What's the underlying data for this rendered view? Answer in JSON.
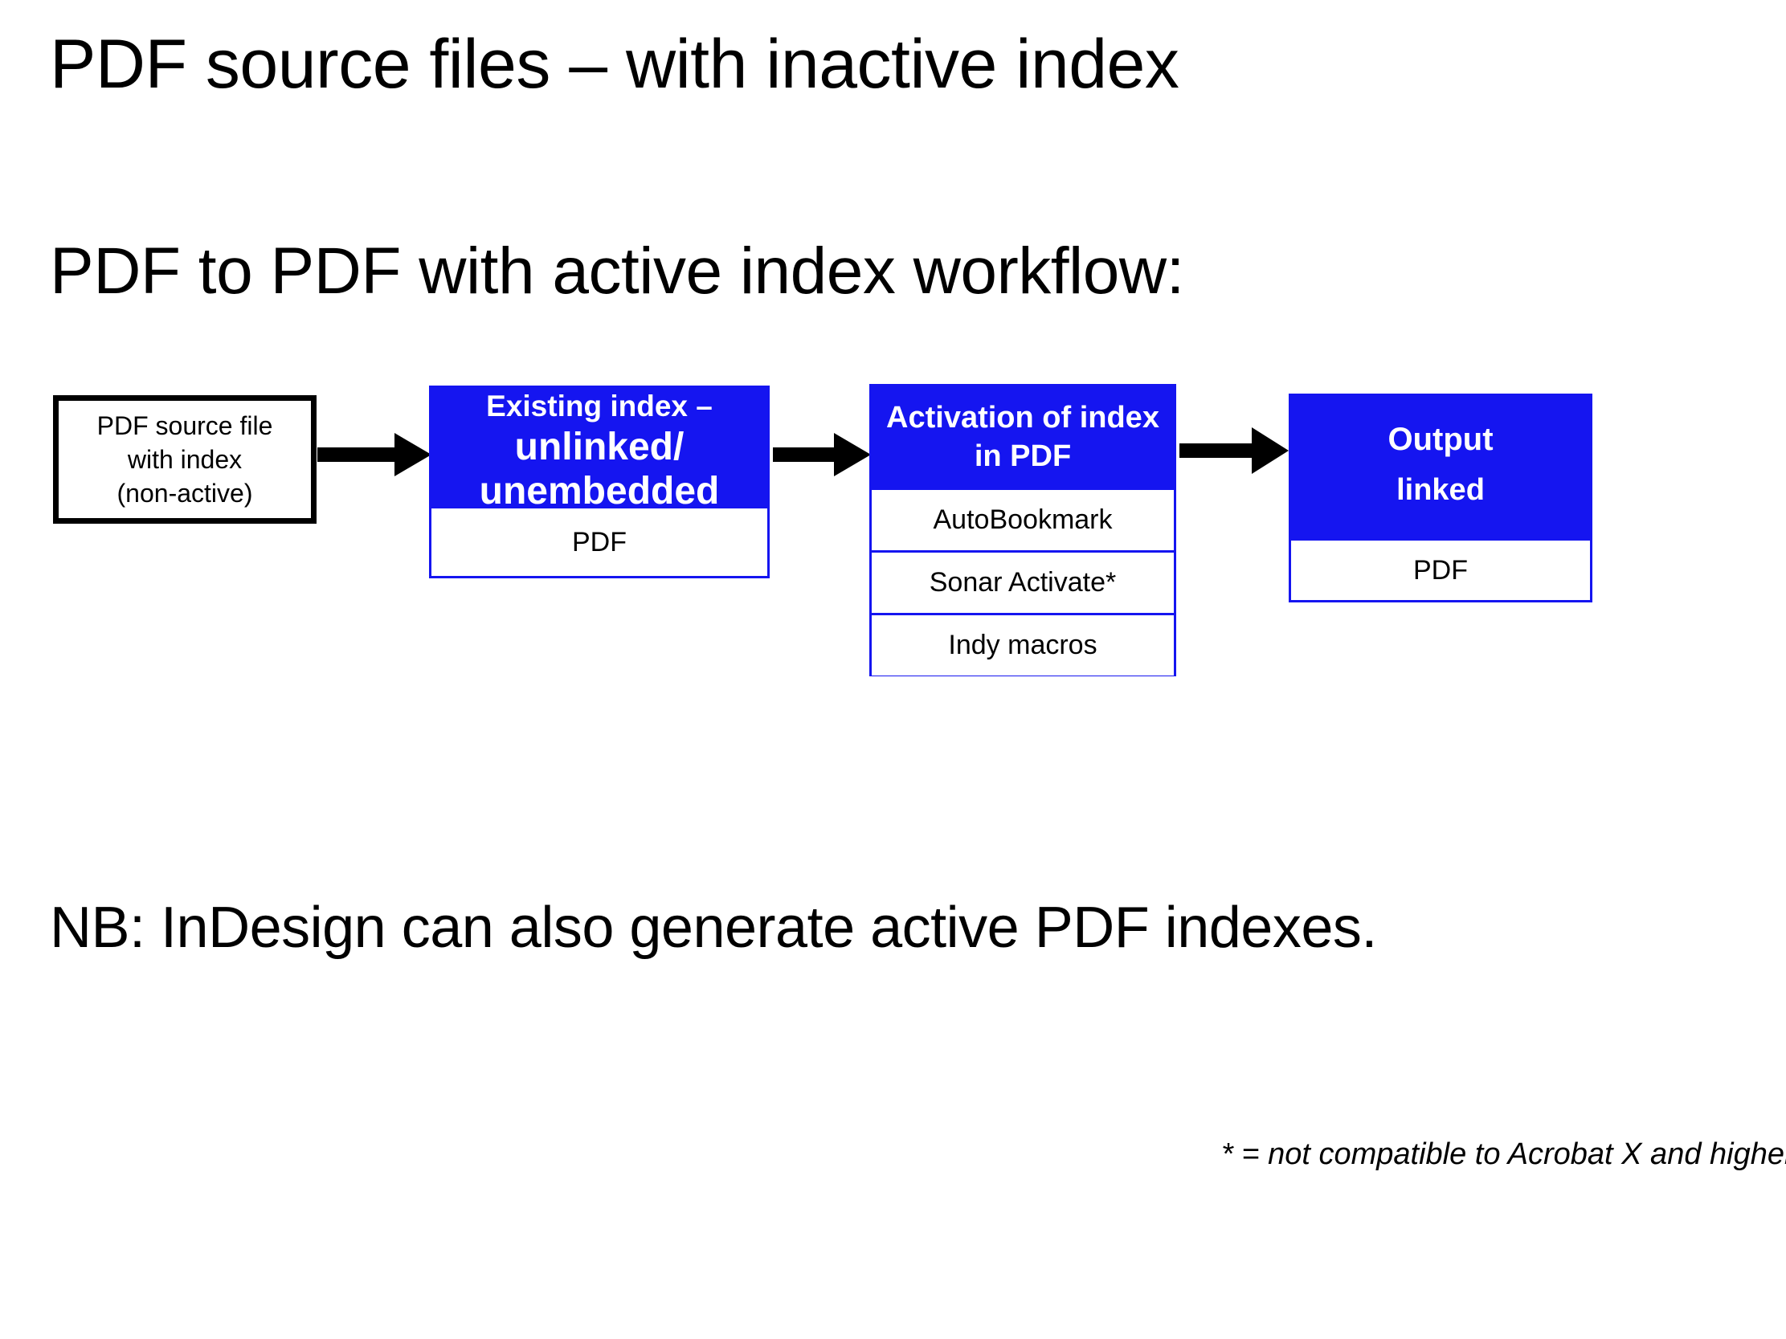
{
  "slide": {
    "title": "PDF source files – with inactive index",
    "subtitle": "PDF to PDF with active index workflow:",
    "note": "NB: InDesign can also generate active PDF indexes.",
    "footnote": "* = not compatible to Acrobat X and higher",
    "colors": {
      "blue": "#1515f0",
      "black": "#000000",
      "white": "#ffffff"
    }
  },
  "flow": {
    "source_box": {
      "lines": [
        "PDF source file",
        "with index",
        "(non-active)"
      ]
    },
    "existing_box": {
      "head_line1": "Existing index –",
      "head_line2": "unlinked/",
      "head_line3": "unembedded",
      "rows": [
        "PDF"
      ]
    },
    "activation_box": {
      "head_line1": "Activation of index",
      "head_line2": "in PDF",
      "rows": [
        "AutoBookmark",
        "Sonar Activate*",
        "Indy macros"
      ]
    },
    "output_box": {
      "head_line1": "Output",
      "head_line2": "linked",
      "rows": [
        "PDF"
      ]
    },
    "arrows": [
      "arrow-right-icon",
      "arrow-right-icon",
      "arrow-right-icon"
    ]
  }
}
